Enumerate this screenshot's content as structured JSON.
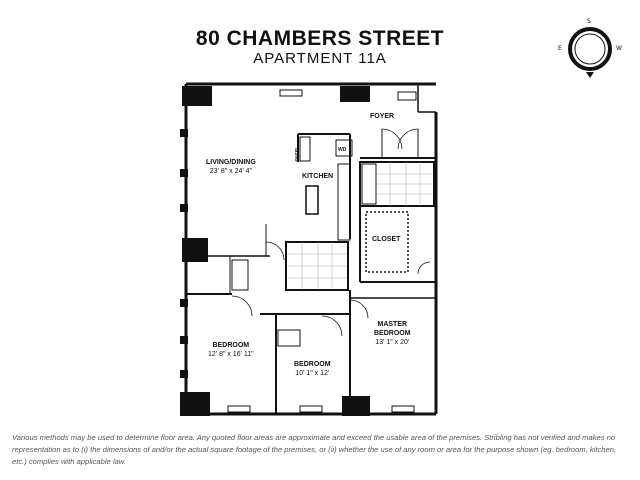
{
  "header": {
    "title": "80 CHAMBERS STREET",
    "subtitle": "APARTMENT 11A"
  },
  "compass": {
    "north_label": "S",
    "west_label": "E",
    "east_label": "W"
  },
  "rooms": {
    "foyer": {
      "name": "FOYER"
    },
    "living": {
      "name": "LIVING/DINING",
      "size": "23' 8\" x 24' 4\""
    },
    "kitchen": {
      "name": "KITCHEN"
    },
    "wd": {
      "name": "WD"
    },
    "pantry": {
      "name": "PANTRY"
    },
    "closet": {
      "name": "CLOSET"
    },
    "bedroom1": {
      "name": "BEDROOM",
      "size": "12' 8\" x 16' 11\""
    },
    "bedroom2": {
      "name": "BEDROOM",
      "size": "10' 1\" x 12'"
    },
    "master": {
      "name": "MASTER",
      "name2": "BEDROOM",
      "size": "13' 1\" x 20'"
    }
  },
  "disclaimer": "Various methods may be used to determine floor area. Any quoted floor areas are approximate and exceed the usable area of the premises. Stribling has not verified and makes no representation as to (i) the dimensions of and/or the actual square footage of the premises, or (ii) whether the use of any room or area for the purpose shown (eg. bedroom, kitchen, etc.) complies with applicable law."
}
